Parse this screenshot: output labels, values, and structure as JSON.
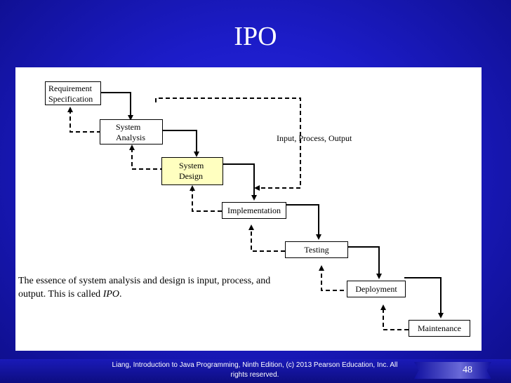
{
  "title": "IPO",
  "boxes": {
    "requirement": [
      "Requirement",
      "Specification"
    ],
    "analysis": [
      "System",
      "Analysis"
    ],
    "design": [
      "System",
      "Design"
    ],
    "implementation": "Implementation",
    "testing": "Testing",
    "deployment": "Deployment",
    "maintenance": "Maintenance"
  },
  "ipo_label": "Input, Process, Output",
  "essence": {
    "before": "The essence of system analysis and design is input, process, and output. This is called ",
    "emphasis": "IPO",
    "after": "."
  },
  "footer": "Liang, Introduction to Java Programming, Ninth Edition, (c) 2013 Pearson Education, Inc. All rights reserved.",
  "page_number": "48",
  "colors": {
    "background": "#1c1cc8",
    "panel": "#ffffff",
    "design_box_fill": "#ffffc0"
  }
}
